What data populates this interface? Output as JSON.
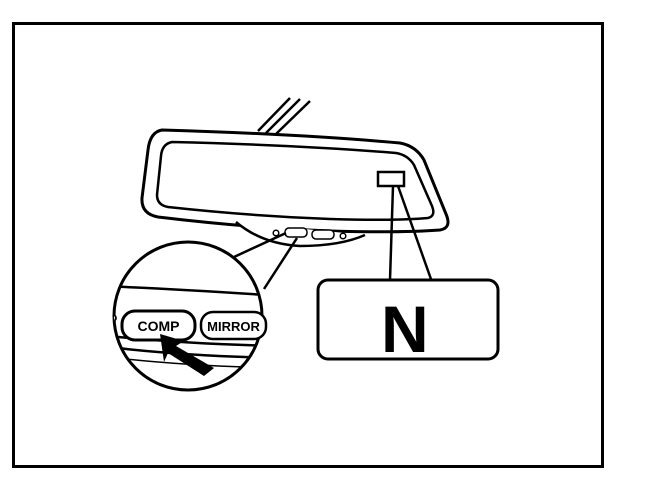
{
  "figure": {
    "buttons": {
      "comp_label": "COMP",
      "mirror_label": "MIRROR"
    },
    "display": {
      "compass_reading": "N"
    },
    "icons": [
      "mirror-mount-icon",
      "arrow-pointer-icon",
      "compass-display-icon"
    ],
    "colors": {
      "ink": "#000000",
      "paper": "#ffffff"
    }
  }
}
